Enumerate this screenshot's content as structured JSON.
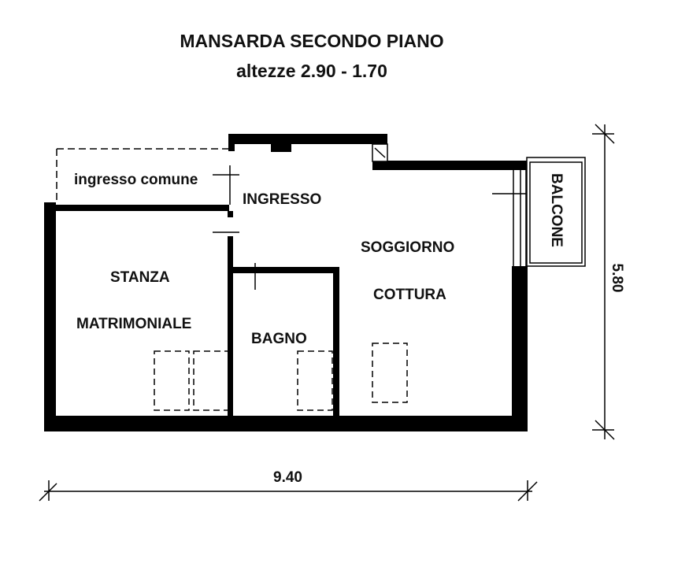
{
  "title": {
    "line1": "MANSARDA SECONDO PIANO",
    "line2": "altezze 2.90 - 1.70"
  },
  "rooms": {
    "ingresso_comune": "ingresso comune",
    "ingresso": "INGRESSO",
    "soggiorno": "SOGGIORNO",
    "cottura": "COTTURA",
    "balcone": "BALCONE",
    "stanza": "STANZA",
    "matrimoniale": "MATRIMONIALE",
    "bagno": "BAGNO"
  },
  "dimensions": {
    "width": "9.40",
    "height": "5.80"
  },
  "colors": {
    "wall": "#000000",
    "background": "#ffffff"
  }
}
